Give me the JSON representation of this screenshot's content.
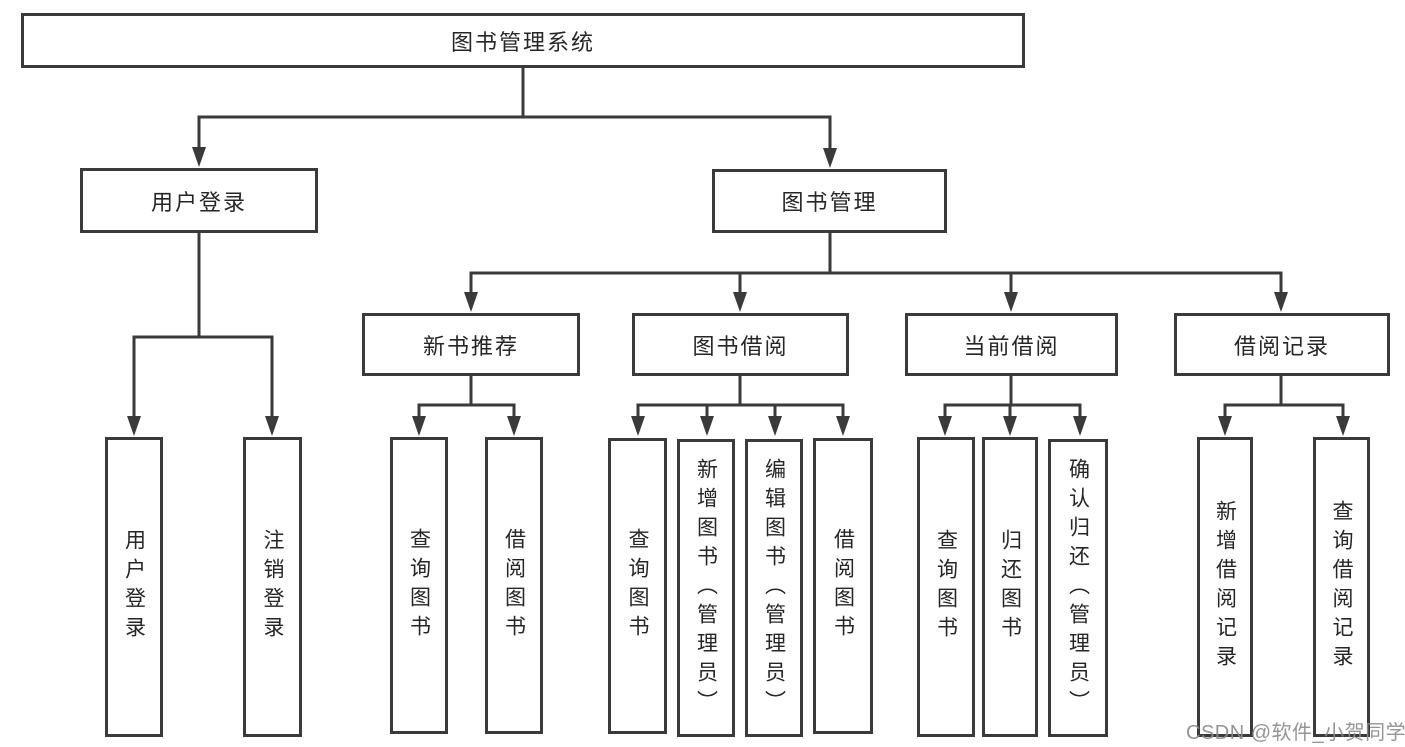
{
  "colors": {
    "line": "#3a3a3a",
    "box_border": "#3a3a3a",
    "text": "#262626",
    "background": "#ffffff",
    "watermark": "#8c8c8c"
  },
  "watermark": "CSDN @软件_小贺同学",
  "tree": {
    "root": "图书管理系统",
    "level2": [
      "用户登录",
      "图书管理"
    ],
    "level3": [
      "新书推荐",
      "图书借阅",
      "当前借阅",
      "借阅记录"
    ],
    "leaves": {
      "user_login": [
        "用户登录",
        "注销登录"
      ],
      "new_books": [
        "查询图书",
        "借阅图书"
      ],
      "book_borrow": [
        "查询图书",
        "新增图书（管理员）",
        "编辑图书（管理员）",
        "借阅图书"
      ],
      "current_borrow": [
        "查询图书",
        "归还图书",
        "确认归还（管理员）"
      ],
      "borrow_records": [
        "新增借阅记录",
        "查询借阅记录"
      ]
    }
  }
}
